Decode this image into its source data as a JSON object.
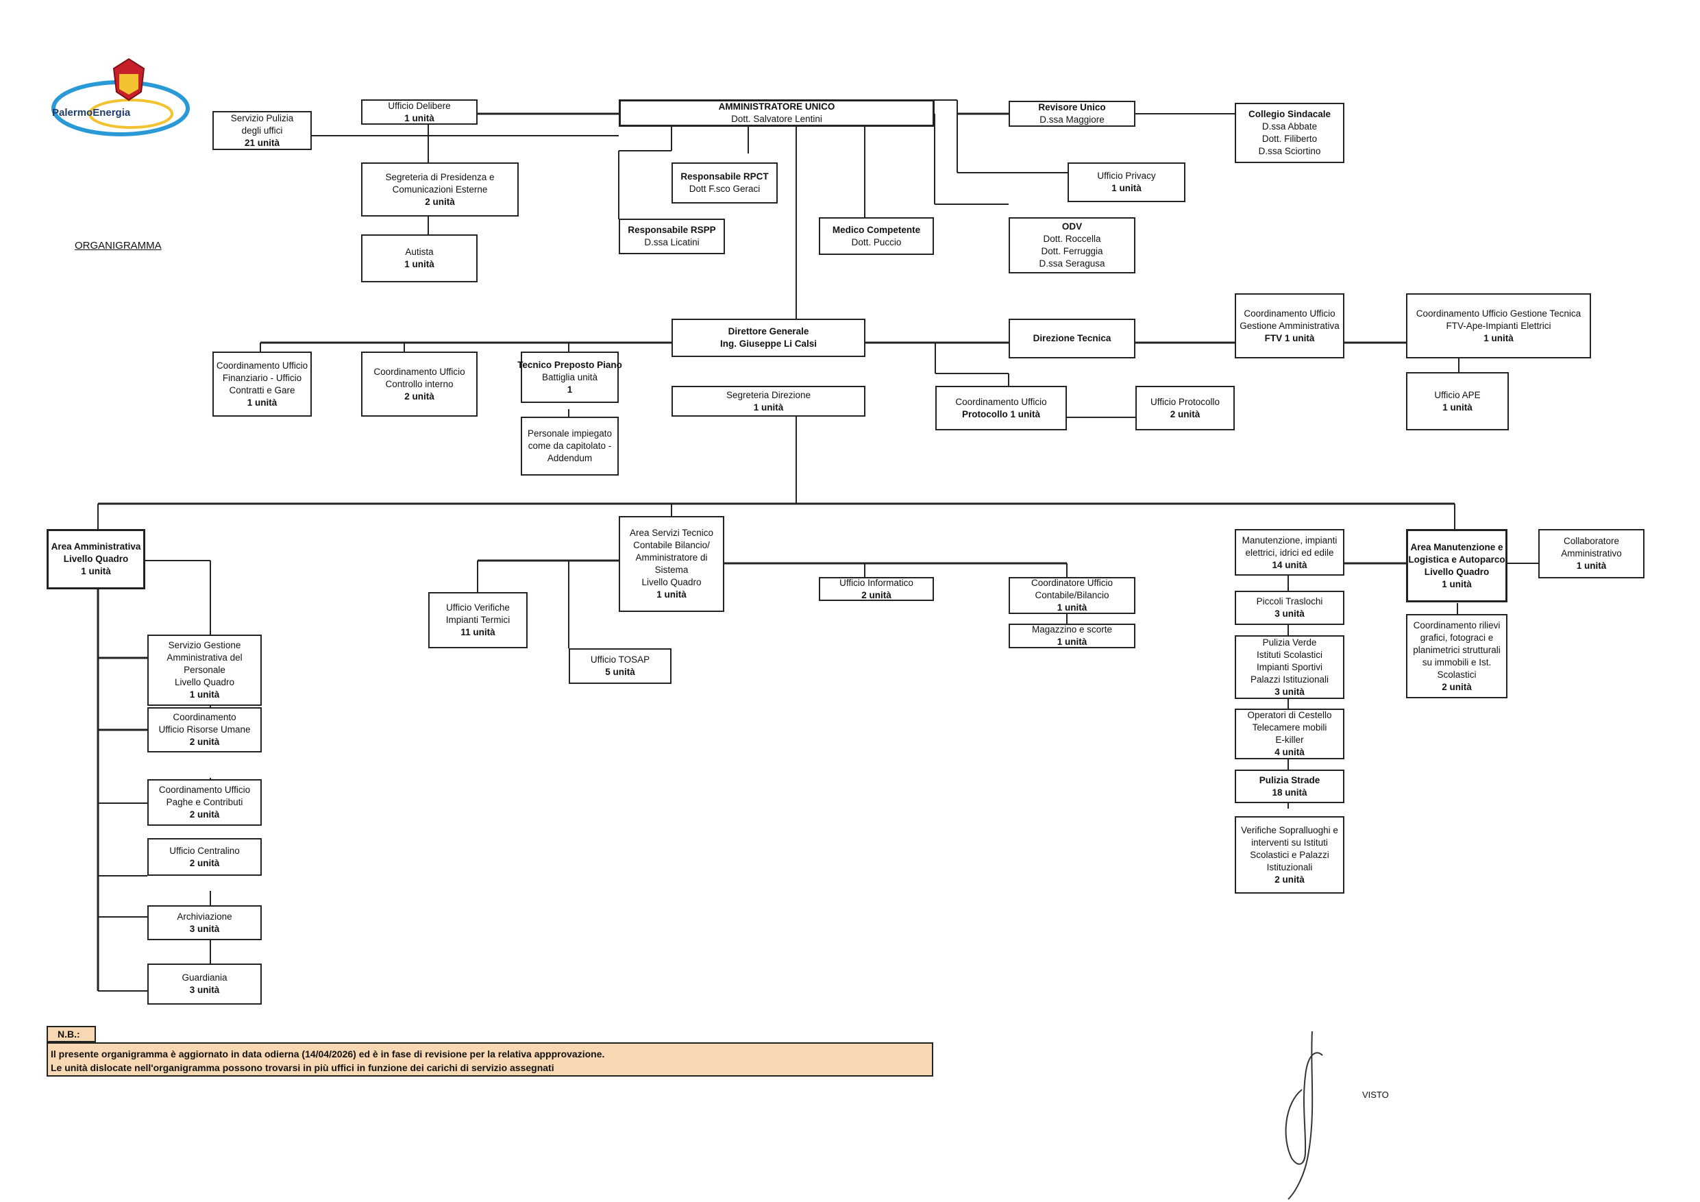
{
  "logo": {
    "text": "PalermoEnergia"
  },
  "title": "ORGANIGRAMMA",
  "boxes": {
    "amministratore": [
      "AMMINISTRATORE UNICO",
      "Dott. Salvatore Lentini"
    ],
    "delibere": [
      "Ufficio Delibere",
      "1 unità"
    ],
    "pulizia_uffici": [
      "Servizio Pulizia",
      "degli uffici",
      "21 unità"
    ],
    "segreteria_presidenza": [
      "Segreteria di Presidenza e",
      "Comunicazioni  Esterne",
      "2 unità"
    ],
    "autista": [
      "Autista",
      "1 unità"
    ],
    "rpct": [
      "Responsabile RPCT",
      "Dott F.sco Geraci"
    ],
    "rspp": [
      "Responsabile RSPP",
      "D.ssa Licatini"
    ],
    "medico": [
      "Medico Competente",
      "Dott. Puccio"
    ],
    "revisore": [
      "Revisore Unico",
      "D.ssa Maggiore"
    ],
    "collegio": [
      "Collegio Sindacale",
      "D.ssa Abbate",
      "Dott. Filiberto",
      "D.ssa Sciortino"
    ],
    "privacy": [
      "Ufficio Privacy",
      "1 unità"
    ],
    "odv": [
      "ODV",
      "Dott. Roccella",
      "Dott. Ferruggia",
      "D.ssa Seragusa"
    ],
    "direttore": [
      "Direttore Generale",
      "Ing. Giuseppe Li Calsi"
    ],
    "coord_finanziario": [
      "Coordinamento Ufficio",
      "Finanziario - Ufficio",
      "Contratti e Gare",
      "1 unità"
    ],
    "controllo_interno": [
      "Coordinamento Ufficio",
      "Controllo interno",
      "2 unità"
    ],
    "tecnico_preposto": [
      "Tecnico Preposto Piano",
      "Battiglia              unità",
      "1"
    ],
    "personale": [
      "Personale impiegato",
      "come da capitolato -",
      "Addendum"
    ],
    "segreteria_direzione": [
      "Segreteria Direzione",
      "1 unità"
    ],
    "direzione_tecnica": [
      "Direzione Tecnica"
    ],
    "coord_protocollo": [
      "Coordinamento  Ufficio",
      "Protocollo   1 unità"
    ],
    "protocollo": [
      "Ufficio Protocollo",
      "2 unità"
    ],
    "coord_gest_amm": [
      "Coordinamento Ufficio",
      "Gestione Amministrativa",
      "FTV                    1 unità"
    ],
    "coord_gest_tec": [
      "Coordinamento  Ufficio Gestione Tecnica",
      "FTV-Ape-Impianti Elettrici",
      "1 unità"
    ],
    "ape": [
      "Ufficio APE",
      "1 unità"
    ],
    "area_amm": [
      "Area Amministrativa",
      "Livello Quadro",
      "1 unità"
    ],
    "serv_gest_amm": [
      "Servizio Gestione",
      "Amministrativa del",
      "Personale",
      "Livello Quadro",
      "1 unità"
    ],
    "risorse_umane": [
      "Coordinamento",
      "Ufficio Risorse Umane",
      "2 unità"
    ],
    "paghe": [
      "Coordinamento       Ufficio",
      "Paghe e Contributi",
      "2 unità"
    ],
    "centralino": [
      "Ufficio Centralino",
      "2 unità"
    ],
    "archiviazione": [
      "Archiviazione",
      "3 unità"
    ],
    "guardiania": [
      "Guardiania",
      "3 unità"
    ],
    "area_servizi": [
      "Area Servizi Tecnico",
      "Contabile Bilancio/",
      "Amministratore  di",
      "Sistema",
      "Livello Quadro",
      "1 unità"
    ],
    "verifiche_termici": [
      "Ufficio  Verifiche",
      "Impianti Termici",
      "11 unità"
    ],
    "tosap": [
      "Ufficio TOSAP",
      "5 unità"
    ],
    "informatico": [
      "Ufficio Informatico",
      "2  unità"
    ],
    "coord_contabile": [
      "Coordinatore Ufficio",
      "Contabile/Bilancio",
      "1 unità"
    ],
    "magazzino": [
      "Magazzino e scorte",
      "1 unità"
    ],
    "manutenzione": [
      "Manutenzione, impianti",
      "elettrici, idrici ed edile",
      "14 unità"
    ],
    "traslochi": [
      "Piccoli Traslochi",
      "3 unità"
    ],
    "pulizia_verde": [
      "Pulizia Verde",
      "Istituti Scolastici",
      "Impianti Sportivi",
      "Palazzi  Istituzionali",
      "3 unità"
    ],
    "operatori": [
      "Operatori di Cestello",
      "Telecamere mobili",
      "E-killer",
      "4 unità"
    ],
    "pulizia_strade": [
      "Pulizia Strade",
      "18 unità"
    ],
    "verifiche_sopr": [
      "Verifiche Sopralluoghi e",
      "interventi su Istituti",
      "Scolastici e Palazzi",
      "Istituzionali",
      "2 unità"
    ],
    "area_manutenzione": [
      "Area Manutenzione e",
      "Logistica e Autoparco",
      "Livello Quadro",
      "1 unità"
    ],
    "collaboratore": [
      "Collaboratore",
      "Amministrativo",
      "1 unità"
    ],
    "coord_rilievi": [
      "Coordinamento rilievi",
      "grafici, fotograci e",
      "planimetrici strutturali",
      "su  immobili e Ist.",
      "Scolastici",
      "2 unità"
    ]
  },
  "note": {
    "head": "N.B.:",
    "line1": "Il presente organigramma è aggiornato in data odierna (14/04/2026) ed è  in fase di revisione per la relativa appprovazione.",
    "line2": "Le unità dislocate nell'organigramma possono trovarsi in più uffici in funzione dei carichi di servizio assegnati"
  },
  "visto": "VISTO"
}
